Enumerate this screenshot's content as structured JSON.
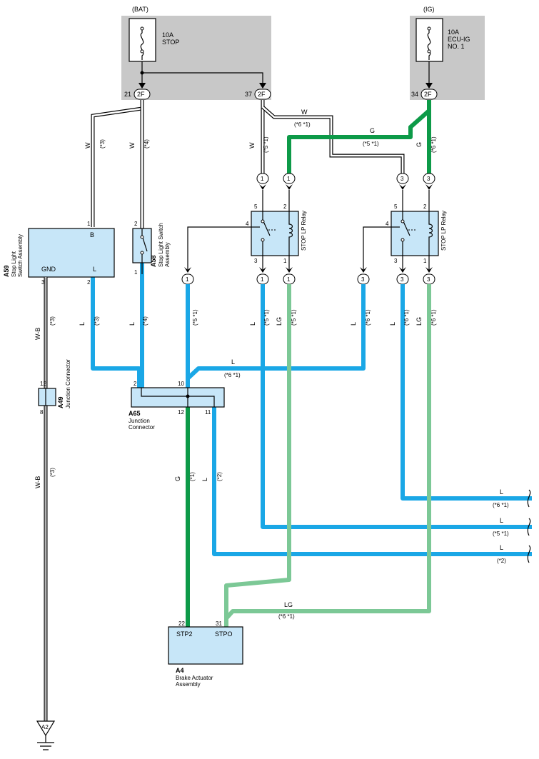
{
  "fuses": {
    "bat": {
      "source": "(BAT)",
      "rating": "10A",
      "name": "STOP"
    },
    "ig": {
      "source": "(IG)",
      "rating": "10A",
      "name_line1": "ECU-IG",
      "name_line2": "NO. 1"
    }
  },
  "connector_2f": {
    "label": "2F",
    "pin_21": "21",
    "pin_37": "37",
    "pin_34": "34"
  },
  "wire_colors": {
    "W": "W",
    "G": "G",
    "L": "L",
    "LG": "LG",
    "WB": "W-B"
  },
  "notes": {
    "n3": "(*3)",
    "n4": "(*4)",
    "n51": "(*5 *1)",
    "n61": "(*6 *1)",
    "n1": "(*1)",
    "n2": "(*2)"
  },
  "in_line": {
    "c1": "1",
    "c3": "3"
  },
  "relays": {
    "label": "STOP LP Relay",
    "pin1": "1",
    "pin2": "2",
    "pin3": "3",
    "pin4": "4",
    "pin5": "5"
  },
  "a59": {
    "code": "A59",
    "name_line1": "Stop Light",
    "name_line2": "Switch Assembly",
    "pin_b": "B",
    "pin_gnd": "GND",
    "pin_l": "L",
    "num_1": "1",
    "num_2": "2",
    "num_3": "3"
  },
  "a58": {
    "code": "A58",
    "name_line1": "Stop Light Switch",
    "name_line2": "Assembly",
    "num_1": "1",
    "num_2": "2"
  },
  "a49": {
    "code": "A49",
    "name": "Junction Connector",
    "num_12": "12",
    "num_8": "8"
  },
  "a65": {
    "code": "A65",
    "name_line1": "Junction",
    "name_line2": "Connector",
    "num_2": "2",
    "num_10": "10",
    "num_12": "12",
    "num_11": "11"
  },
  "a4": {
    "code": "A4",
    "name_line1": "Brake Actuator",
    "name_line2": "Assembly",
    "pin_stp2": "STP2",
    "pin_stpo": "STPO",
    "num_22": "22",
    "num_31": "31"
  },
  "ground": {
    "label": "A2"
  },
  "colors": {
    "L_blue": "#1aa7e6",
    "G_green": "#0d9a48",
    "LG_lightgreen": "#7cc896",
    "box_fill": "#c7e6f8",
    "fuse_panel": "#c8c8c8"
  }
}
